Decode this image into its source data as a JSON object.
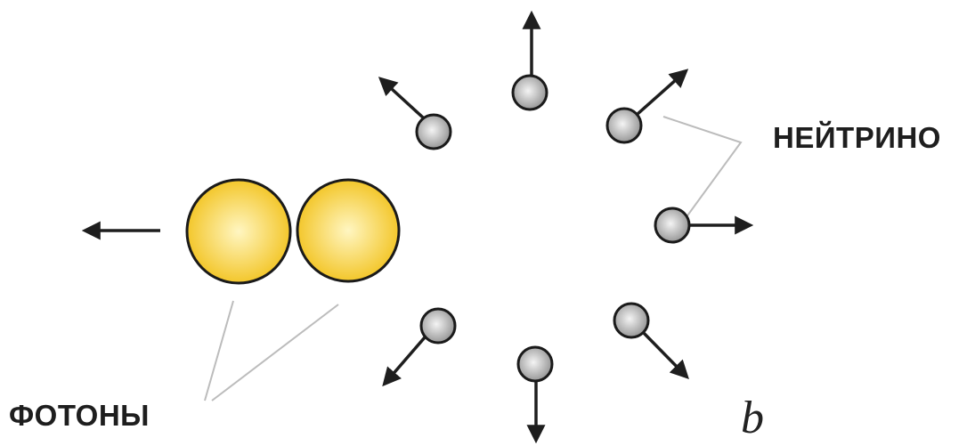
{
  "labels": {
    "neutrino": "НЕЙТРИНО",
    "photons": "ФОТОНЫ",
    "panel": "b"
  },
  "colors": {
    "arrow": "#1e1e1e",
    "neutrino_light": "#f4f4f4",
    "neutrino_dark": "#8f8f8f",
    "photon_light": "#fff6c2",
    "photon_dark": "#f2c21c",
    "outline": "#1a1a1a",
    "leader_line": "#bcbcbc"
  }
}
